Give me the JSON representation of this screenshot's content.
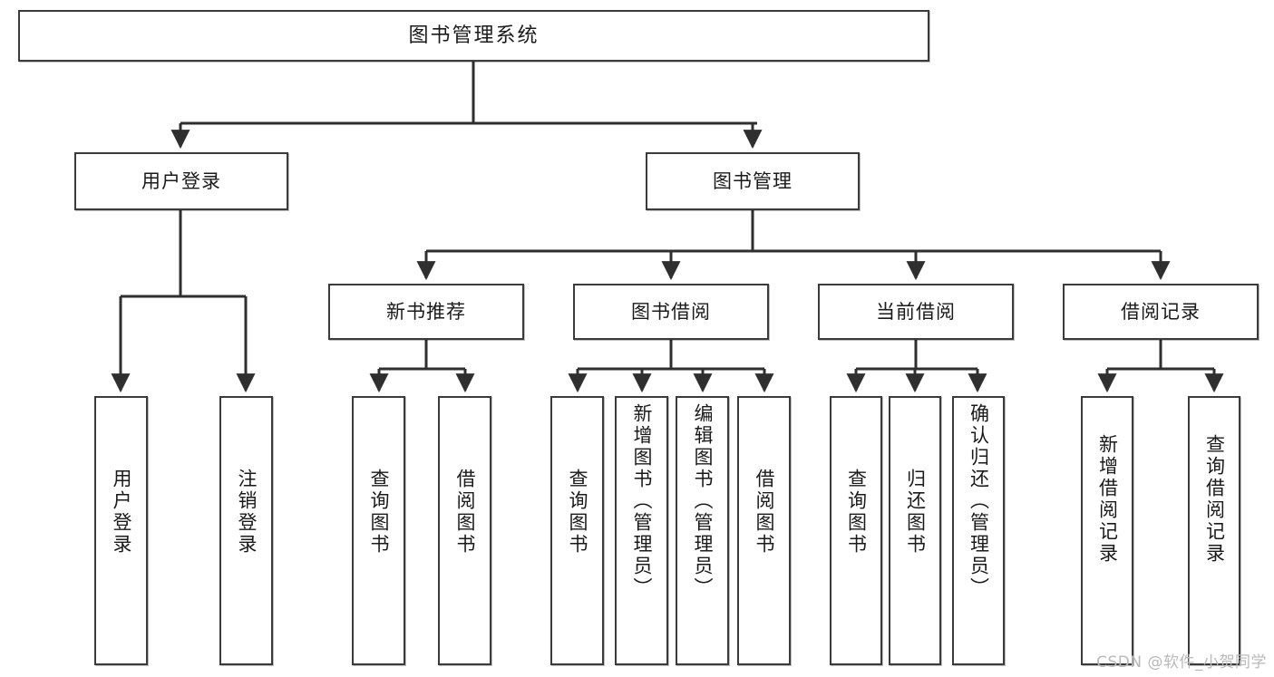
{
  "diagram": {
    "title": "图书管理系统",
    "type": "tree-hierarchy-diagram",
    "watermark": "CSDN @软件_小贺同学",
    "colors": {
      "box_border": "#3b3b3b",
      "box_fill": "#ffffff",
      "edge": "#2f2f2f",
      "text": "#1a1a1a",
      "watermark": "#b9b9b9",
      "background": "#ffffff"
    },
    "root": {
      "id": "root",
      "label": "图书管理系统"
    },
    "level2": [
      {
        "id": "user-login",
        "label": "用户登录"
      },
      {
        "id": "book-manage",
        "label": "图书管理"
      }
    ],
    "level3": [
      {
        "id": "new-book-recommend",
        "label": "新书推荐"
      },
      {
        "id": "book-borrow",
        "label": "图书借阅"
      },
      {
        "id": "current-borrow",
        "label": "当前借阅"
      },
      {
        "id": "borrow-record",
        "label": "借阅记录"
      }
    ],
    "leaves": {
      "user_login": [
        {
          "id": "leaf-user-login",
          "label": "用户登录"
        },
        {
          "id": "leaf-logout-login",
          "label": "注销登录"
        }
      ],
      "new_book_recommend": [
        {
          "id": "leaf-query-book-1",
          "label": "查询图书"
        },
        {
          "id": "leaf-borrow-book-1",
          "label": "借阅图书"
        }
      ],
      "book_borrow": [
        {
          "id": "leaf-query-book-2",
          "label": "查询图书"
        },
        {
          "id": "leaf-add-book",
          "label": "新增图书（管理员）"
        },
        {
          "id": "leaf-edit-book",
          "label": "编辑图书（管理员）"
        },
        {
          "id": "leaf-borrow-book-2",
          "label": "借阅图书"
        }
      ],
      "current_borrow": [
        {
          "id": "leaf-query-book-3",
          "label": "查询图书"
        },
        {
          "id": "leaf-return-book",
          "label": "归还图书"
        },
        {
          "id": "leaf-confirm-return",
          "label": "确认归还（管理员）"
        }
      ],
      "borrow_record": [
        {
          "id": "leaf-add-record",
          "label": "新增借阅记录"
        },
        {
          "id": "leaf-query-record",
          "label": "查询借阅记录"
        }
      ]
    }
  }
}
